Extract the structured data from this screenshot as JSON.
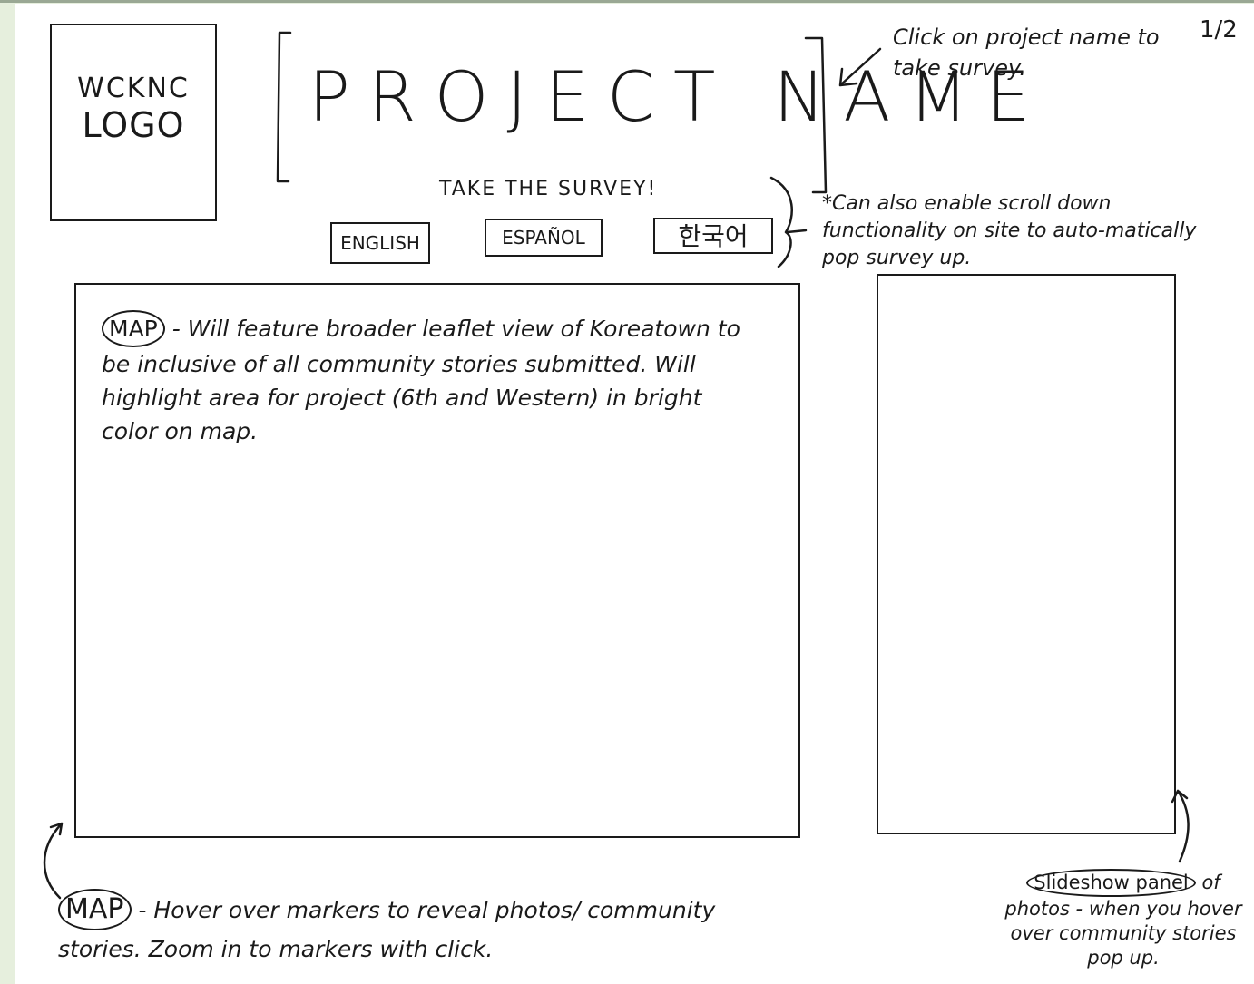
{
  "logo": {
    "line1": "WCKNC",
    "line2": "LOGO"
  },
  "page_number": "1/2",
  "project_title": "PROJECT NAME",
  "title_note": "Click on project name to take survey.",
  "survey": {
    "prompt": "TAKE THE SURVEY!",
    "languages": [
      "ENGLISH",
      "ESPAÑOL",
      "한국어"
    ]
  },
  "scroll_note": "*Can also enable scroll down functionality on site to auto-matically pop survey up.",
  "map": {
    "tag": "MAP",
    "description": "- Will feature broader leaflet view of Koreatown to be inclusive of all community stories submitted. Will highlight area for project (6th and Western) in bright color on map."
  },
  "map_note": {
    "tag": "MAP",
    "text": "- Hover over markers to reveal photos/ community stories. Zoom in to markers with click."
  },
  "slideshow_note": {
    "tag": "Slideshow panel",
    "text": "of photos - when you hover over community stories pop up."
  }
}
